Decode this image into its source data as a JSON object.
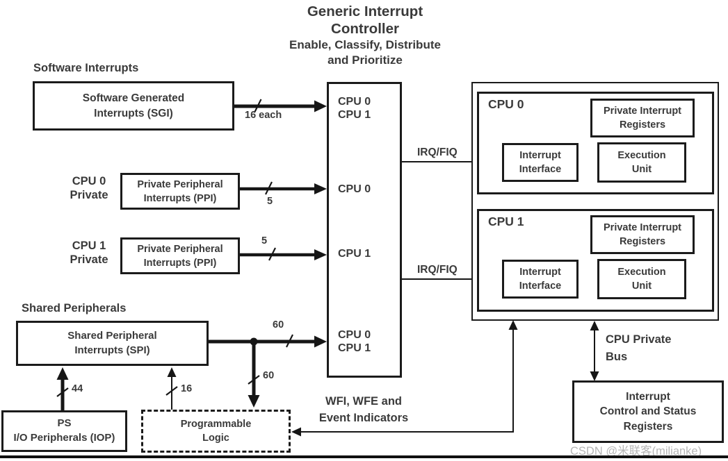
{
  "title": {
    "line1": "Generic Interrupt",
    "line2": "Controller",
    "sub1": "Enable, Classify, Distribute",
    "sub2": "and Prioritize"
  },
  "labels": {
    "software_interrupts": "Software Interrupts",
    "shared_peripherals": "Shared Peripherals",
    "cpu0_private_l1": "CPU 0",
    "cpu0_private_l2": "Private",
    "cpu1_private_l1": "CPU 1",
    "cpu1_private_l2": "Private",
    "wfi_l1": "WFI, WFE and",
    "wfi_l2": "Event Indicators",
    "cpu_private_bus_l1": "CPU Private",
    "cpu_private_bus_l2": "Bus"
  },
  "edges": {
    "sgi_width": "16 each",
    "ppi0_width": "5",
    "ppi1_width": "5",
    "spi_width": "60",
    "branch_width": "60",
    "ps_width": "44",
    "pl_width": "16",
    "irq_fiq_0": "IRQ/FIQ",
    "irq_fiq_1": "IRQ/FIQ"
  },
  "boxes": {
    "sgi": {
      "l1": "Software Generated",
      "l2": "Interrupts (SGI)"
    },
    "ppi0": {
      "l1": "Private Peripheral",
      "l2": "Interrupts (PPI)"
    },
    "ppi1": {
      "l1": "Private Peripheral",
      "l2": "Interrupts (PPI)"
    },
    "spi": {
      "l1": "Shared Peripheral",
      "l2": "Interrupts (SPI)"
    },
    "ps": {
      "l1": "PS",
      "l2": "I/O Peripherals (IOP)"
    },
    "pl": {
      "l1": "Programmable",
      "l2": "Logic"
    },
    "icsr": {
      "l1": "Interrupt",
      "l2": "Control and Status",
      "l3": "Registers"
    }
  },
  "gic": {
    "ch_top_l1": "CPU 0",
    "ch_top_l2": "CPU 1",
    "ch_mid0": "CPU 0",
    "ch_mid1": "CPU 1",
    "ch_bot_l1": "CPU 0",
    "ch_bot_l2": "CPU 1"
  },
  "cpu_blocks": [
    {
      "title": "CPU 0",
      "pir_l1": "Private Interrupt",
      "pir_l2": "Registers",
      "ii_l1": "Interrupt",
      "ii_l2": "Interface",
      "eu_l1": "Execution",
      "eu_l2": "Unit"
    },
    {
      "title": "CPU 1",
      "pir_l1": "Private Interrupt",
      "pir_l2": "Registers",
      "ii_l1": "Interrupt",
      "ii_l2": "Interface",
      "eu_l1": "Execution",
      "eu_l2": "Unit"
    }
  ],
  "watermark": "CSDN @米联客(milianke)",
  "colors": {
    "line": "#161616",
    "text": "#3a3a3a",
    "watermark": "#b5b5b5"
  }
}
